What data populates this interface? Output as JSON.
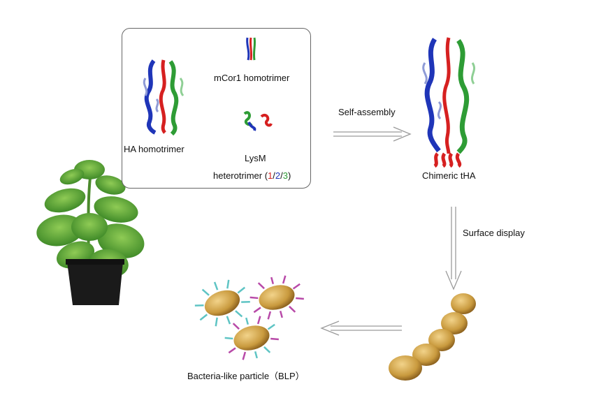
{
  "labels": {
    "ha_homotrimer": "HA homotrimer",
    "mcor1_homotrimer": "mCor1 homotrimer",
    "lysm": "LysM",
    "heterotrimer_prefix": "heterotrimer (",
    "num1": "1",
    "slash1": "/",
    "num2": "2",
    "slash2": "/",
    "num3": "3",
    "heterotrimer_suffix": ")",
    "self_assembly": "Self-assembly",
    "chimeric_tha": "Chimeric tHA",
    "surface_display": "Surface display",
    "blp": "Bacteria-like particle（BLP）"
  },
  "colors": {
    "red": "#d62020",
    "blue": "#1f35b8",
    "green": "#2e9c35",
    "gold": "#c99a3e",
    "cyan": "#5ec4c4",
    "magenta": "#b84aa8",
    "leaf": "#5fa83a",
    "pot": "#1a1a1a",
    "arrow": "#9a9a9a"
  },
  "icons": {
    "plant": "nicotiana-plant-icon",
    "ha": "ha-protein-structure-icon",
    "mcor1": "mcor1-protein-structure-icon",
    "lysm": "lysm-protein-structure-icon",
    "tha": "chimeric-tha-structure-icon",
    "chain": "bacteria-chain-icon",
    "blp": "bacteria-like-particle-icon"
  }
}
